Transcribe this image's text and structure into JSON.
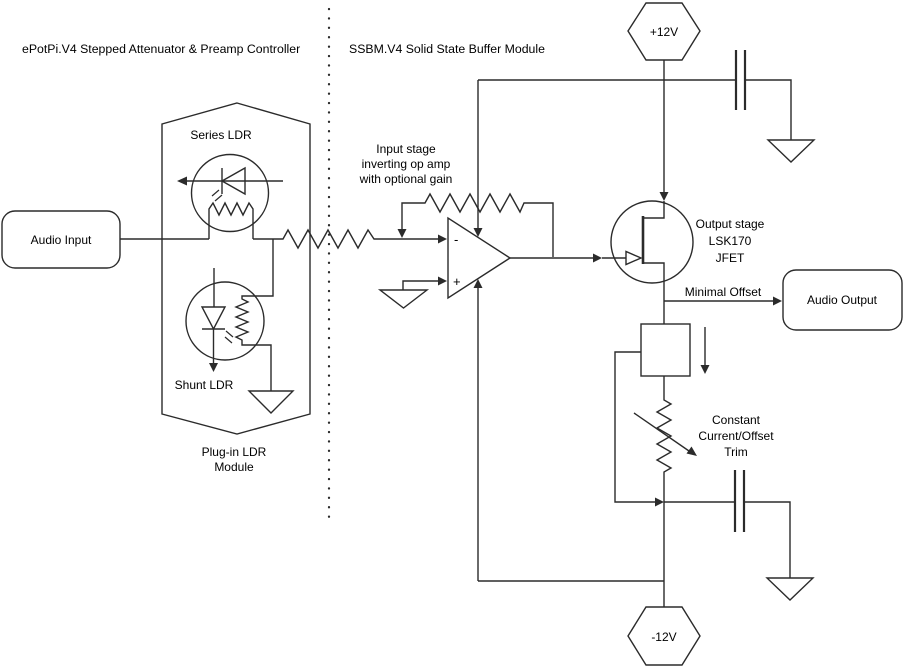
{
  "titles": {
    "left_module": "ePotPi.V4 Stepped Attenuator & Preamp Controller",
    "right_module": "SSBM.V4 Solid State Buffer Module"
  },
  "io": {
    "input_label": "Audio Input",
    "output_label": "Audio Output"
  },
  "ldr_module": {
    "series_label": "Series LDR",
    "shunt_label": "Shunt LDR",
    "caption_line1": "Plug-in LDR",
    "caption_line2": "Module"
  },
  "opamp": {
    "minus": "-",
    "plus": "+"
  },
  "notes": {
    "input_stage_line1": "Input stage",
    "input_stage_line2": "inverting op amp",
    "input_stage_line3": "with optional gain",
    "output_stage_line1": "Output stage",
    "output_stage_line2": "LSK170",
    "output_stage_line3": "JFET",
    "trim_line1": "Constant",
    "trim_line2": "Current/Offset",
    "trim_line3": "Trim",
    "minimal_offset": "Minimal Offset"
  },
  "supplies": {
    "positive": "+12V",
    "negative": "-12V"
  },
  "colors": {
    "line": "#2b2b2b",
    "background": "#ffffff",
    "text": "#000000"
  }
}
